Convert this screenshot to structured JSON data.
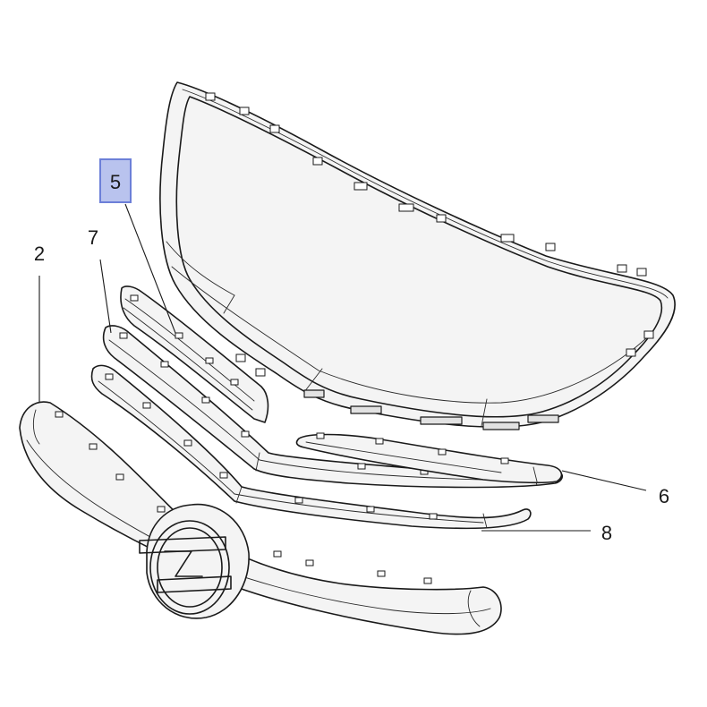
{
  "callouts": {
    "c2": {
      "label": "2",
      "highlighted": false
    },
    "c5": {
      "label": "5",
      "highlighted": true
    },
    "c6": {
      "label": "6",
      "highlighted": false
    },
    "c7": {
      "label": "7",
      "highlighted": false
    },
    "c8": {
      "label": "8",
      "highlighted": false
    }
  },
  "colors": {
    "highlight_fill": "#b9c3ee",
    "highlight_border": "#6c7fd8",
    "line": "#1a1a1a"
  }
}
